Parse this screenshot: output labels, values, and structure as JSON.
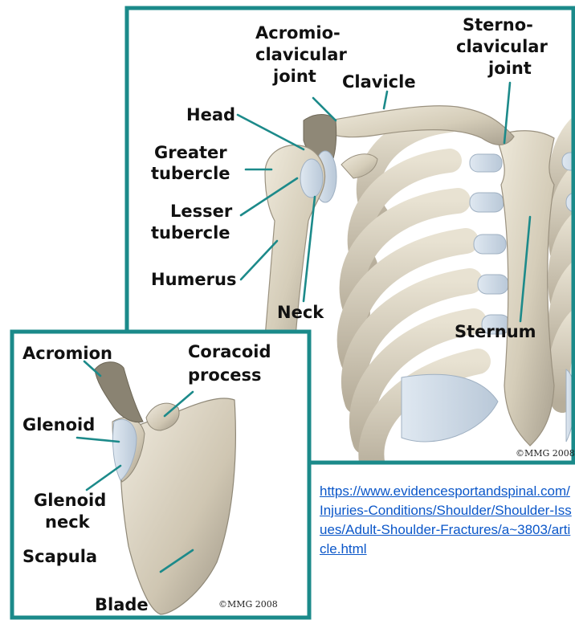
{
  "main_figure": {
    "labels": {
      "acromioclavicular": [
        "Acromio-",
        "clavicular",
        "joint"
      ],
      "clavicle": "Clavicle",
      "sternoclavicular": [
        "Sterno-",
        "clavicular",
        "joint"
      ],
      "head": "Head",
      "greater_tubercle": [
        "Greater",
        "tubercle"
      ],
      "lesser_tubercle": [
        "Lesser",
        "tubercle"
      ],
      "humerus": "Humerus",
      "neck": "Neck",
      "sternum": "Sternum"
    },
    "copyright": "©MMG 2008"
  },
  "inset_figure": {
    "labels": {
      "acromion": "Acromion",
      "coracoid": [
        "Coracoid",
        "process"
      ],
      "glenoid": "Glenoid",
      "glenoid_neck": [
        "Glenoid",
        "neck"
      ],
      "scapula": "Scapula",
      "blade": "Blade"
    },
    "copyright": "©MMG 2008"
  },
  "source_link": "https://www.evidencesportandspinal.com/Injuries-Conditions/Shoulder/Shoulder-Issues/Adult-Shoulder-Fractures/a~3803/article.html",
  "colors": {
    "frame": "#1b8a8a",
    "bone": "#d6cfbd",
    "cartilage": "#c9d6e3",
    "pointer": "#1c8a8a"
  }
}
